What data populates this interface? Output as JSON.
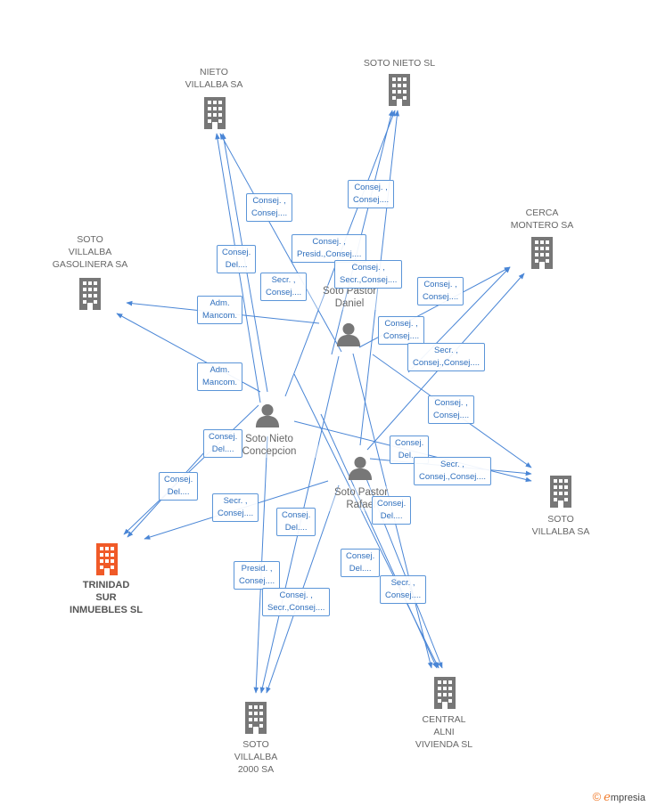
{
  "colors": {
    "edge": "#4a86d6",
    "company": "#777777",
    "highlight": "#f05a28",
    "person": "#777777"
  },
  "companies": [
    {
      "id": "nieto_villalba",
      "lines": [
        "NIETO",
        "VILLALBA SA"
      ],
      "highlight": false
    },
    {
      "id": "soto_nieto",
      "lines": [
        "SOTO NIETO SL"
      ],
      "highlight": false
    },
    {
      "id": "cerca_montero",
      "lines": [
        "CERCA",
        "MONTERO SA"
      ],
      "highlight": false
    },
    {
      "id": "soto_gasolinera",
      "lines": [
        "SOTO",
        "VILLALBA",
        "GASOLINERA SA"
      ],
      "highlight": false
    },
    {
      "id": "soto_villalba",
      "lines": [
        "SOTO",
        "VILLALBA SA"
      ],
      "highlight": false
    },
    {
      "id": "trinidad",
      "lines": [
        "TRINIDAD",
        "SUR",
        "INMUEBLES SL"
      ],
      "highlight": true
    },
    {
      "id": "soto_2000",
      "lines": [
        "SOTO",
        "VILLALBA",
        "2000 SA"
      ],
      "highlight": false
    },
    {
      "id": "central_alni",
      "lines": [
        "CENTRAL",
        "ALNI",
        "VIVIENDA SL"
      ],
      "highlight": false
    }
  ],
  "persons": [
    {
      "id": "daniel",
      "lines": [
        "Soto Pastor",
        "Daniel"
      ]
    },
    {
      "id": "concepcion",
      "lines": [
        "Soto Nieto",
        "Concepcion"
      ]
    },
    {
      "id": "rafael",
      "lines": [
        "Soto Pastor",
        "Rafael"
      ]
    }
  ],
  "edges": [
    {
      "lines": [
        "Consej. ,",
        "Consej...."
      ]
    },
    {
      "lines": [
        "Consej. ,",
        "Consej...."
      ]
    },
    {
      "lines": [
        "Consej.",
        "Del...."
      ]
    },
    {
      "lines": [
        "Consej. ,",
        "Presid.,Consej...."
      ]
    },
    {
      "lines": [
        "Secr. ,",
        "Consej...."
      ]
    },
    {
      "lines": [
        "Consej. ,",
        "Secr.,Consej...."
      ]
    },
    {
      "lines": [
        "Consej. ,",
        "Consej...."
      ]
    },
    {
      "lines": [
        "Adm.",
        "Mancom."
      ]
    },
    {
      "lines": [
        "Consej. ,",
        "Consej...."
      ]
    },
    {
      "lines": [
        "Secr. ,",
        "Consej.,Consej...."
      ]
    },
    {
      "lines": [
        "Adm.",
        "Mancom."
      ]
    },
    {
      "lines": [
        "Consej. ,",
        "Consej...."
      ]
    },
    {
      "lines": [
        "Consej.",
        "Del...."
      ]
    },
    {
      "lines": [
        "Consej.",
        "Del...."
      ]
    },
    {
      "lines": [
        "Secr. ,",
        "Consej.,Consej...."
      ]
    },
    {
      "lines": [
        "Consej.",
        "Del...."
      ]
    },
    {
      "lines": [
        "Secr. ,",
        "Consej...."
      ]
    },
    {
      "lines": [
        "Consej.",
        "Del...."
      ]
    },
    {
      "lines": [
        "Consej.",
        "Del...."
      ]
    },
    {
      "lines": [
        "Presid. ,",
        "Consej...."
      ]
    },
    {
      "lines": [
        "Consej. ,",
        "Secr.,Consej...."
      ]
    },
    {
      "lines": [
        "Consej.",
        "Del...."
      ]
    },
    {
      "lines": [
        "Secr. ,",
        "Consej...."
      ]
    }
  ],
  "brand": {
    "copyright": "©",
    "name_first": "e",
    "name_rest": "mpresia"
  }
}
